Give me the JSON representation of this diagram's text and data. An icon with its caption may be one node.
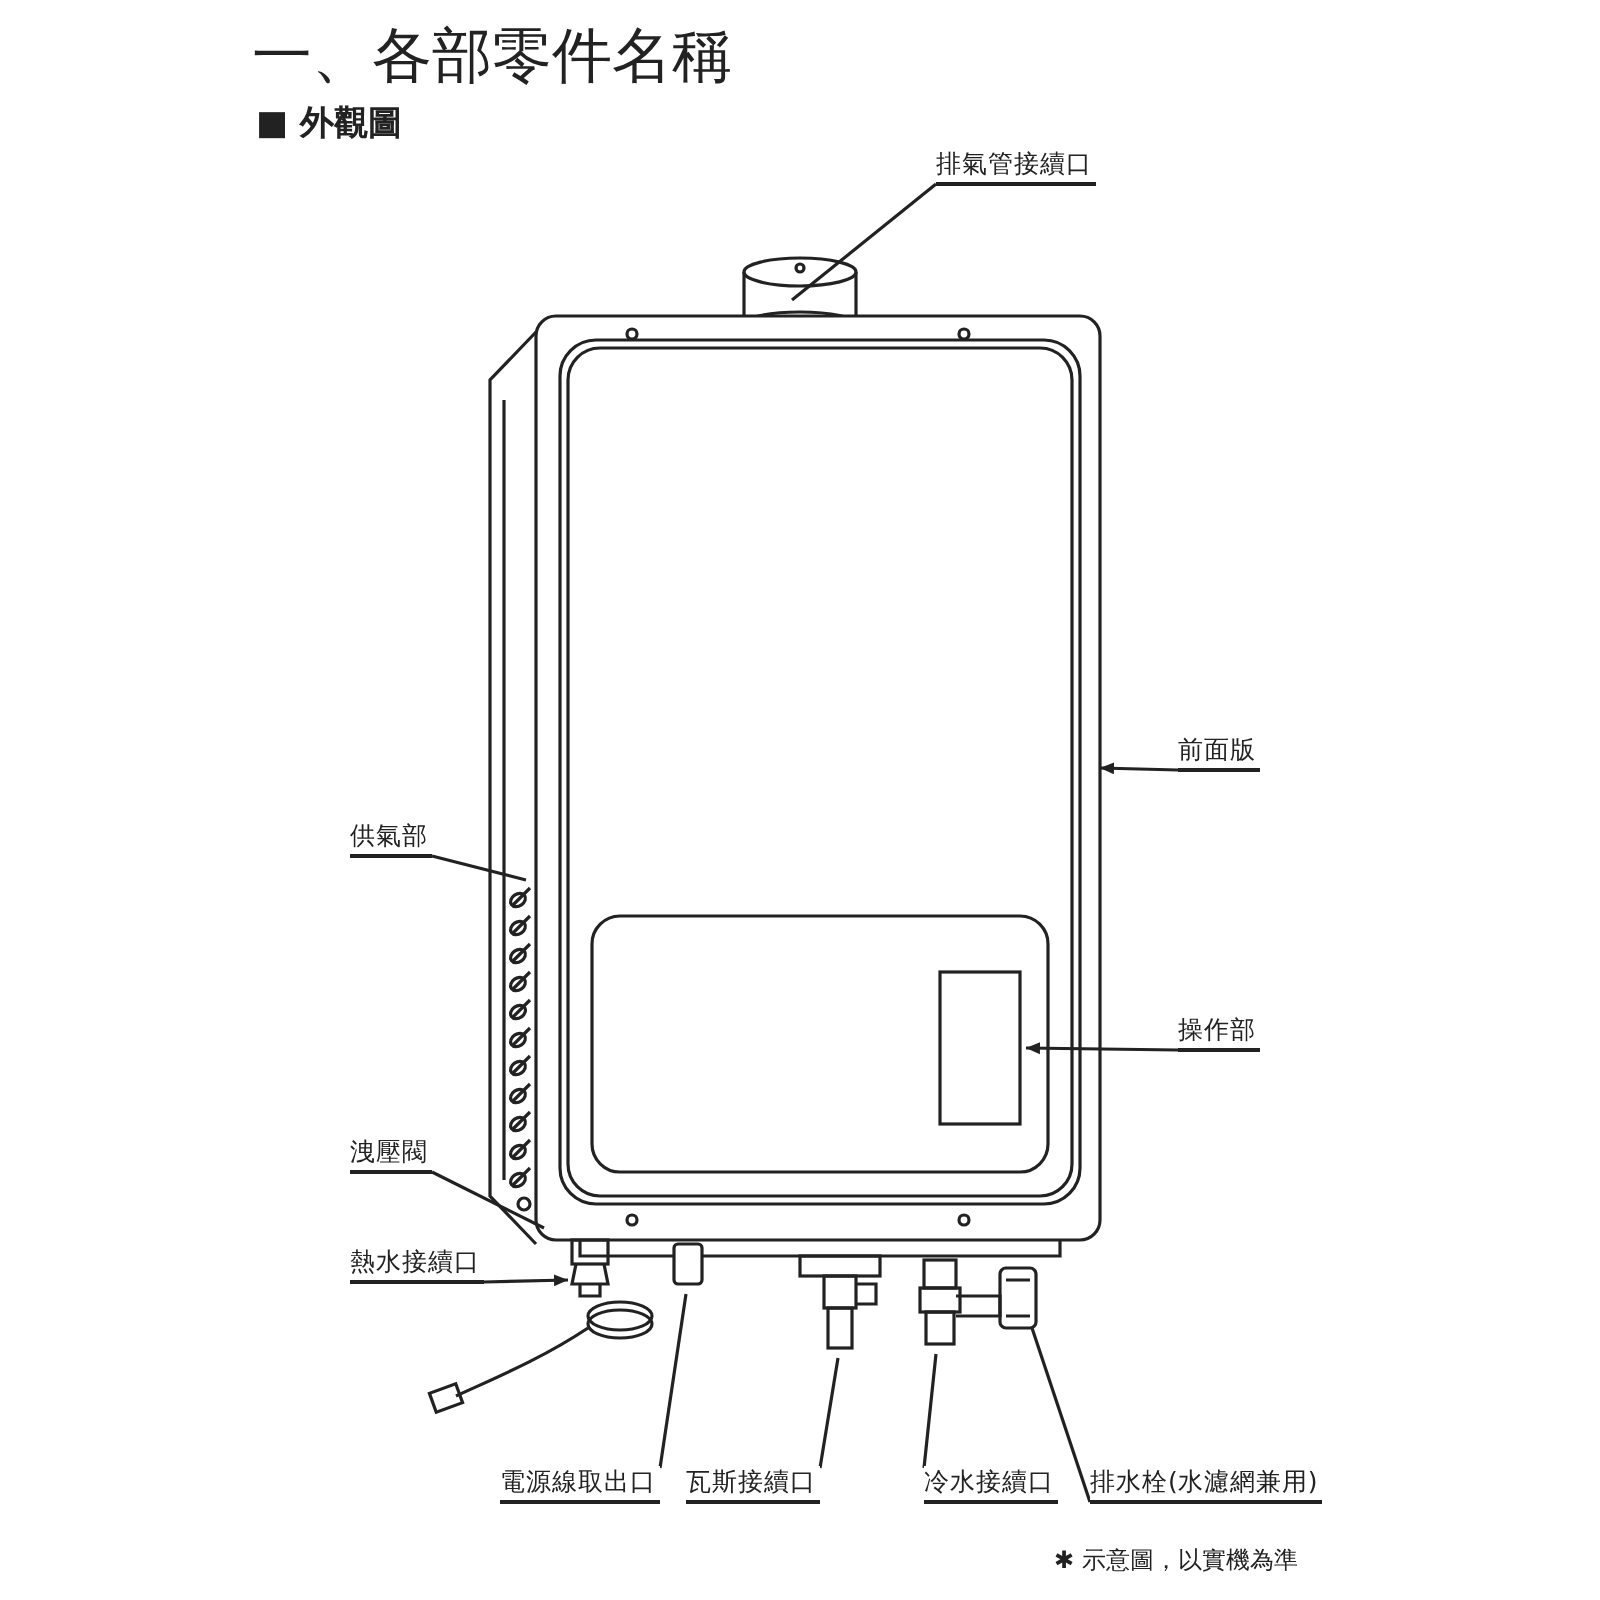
{
  "diagram": {
    "title": "一、各部零件名稱",
    "nodes": [
      {
        "text": [
          "排氣管接續口"
        ]
      },
      {
        "text": [
          "前面版"
        ]
      },
      {
        "text": [
          "供氣部"
        ]
      },
      {
        "text": [
          "操作部"
        ]
      },
      {
        "text": [
          "洩壓閥"
        ]
      },
      {
        "text": [
          "熱水接續口"
        ]
      },
      {
        "text": [
          "電源線取出口"
        ]
      },
      {
        "text": [
          "瓦斯接續口"
        ]
      },
      {
        "text": [
          "冷水接續口"
        ]
      },
      {
        "text": [
          "排水栓(水濾網兼用)"
        ]
      }
    ],
    "edges": [
      {
        "from": 0,
        "to": null,
        "arrow": "none"
      },
      {
        "from": 1,
        "to": null,
        "arrow": "to"
      },
      {
        "from": 2,
        "to": null,
        "arrow": "none"
      },
      {
        "from": 3,
        "to": null,
        "arrow": "to"
      },
      {
        "from": 4,
        "to": null,
        "arrow": "none"
      },
      {
        "from": 5,
        "to": null,
        "arrow": "to"
      },
      {
        "from": 6,
        "to": null,
        "arrow": "none"
      },
      {
        "from": 7,
        "to": null,
        "arrow": "none"
      },
      {
        "from": 8,
        "to": null,
        "arrow": "none"
      },
      {
        "from": 9,
        "to": null,
        "arrow": "none"
      }
    ],
    "labels": [
      "■ 外觀圖",
      "✱ 示意圖，以實機為準"
    ]
  }
}
